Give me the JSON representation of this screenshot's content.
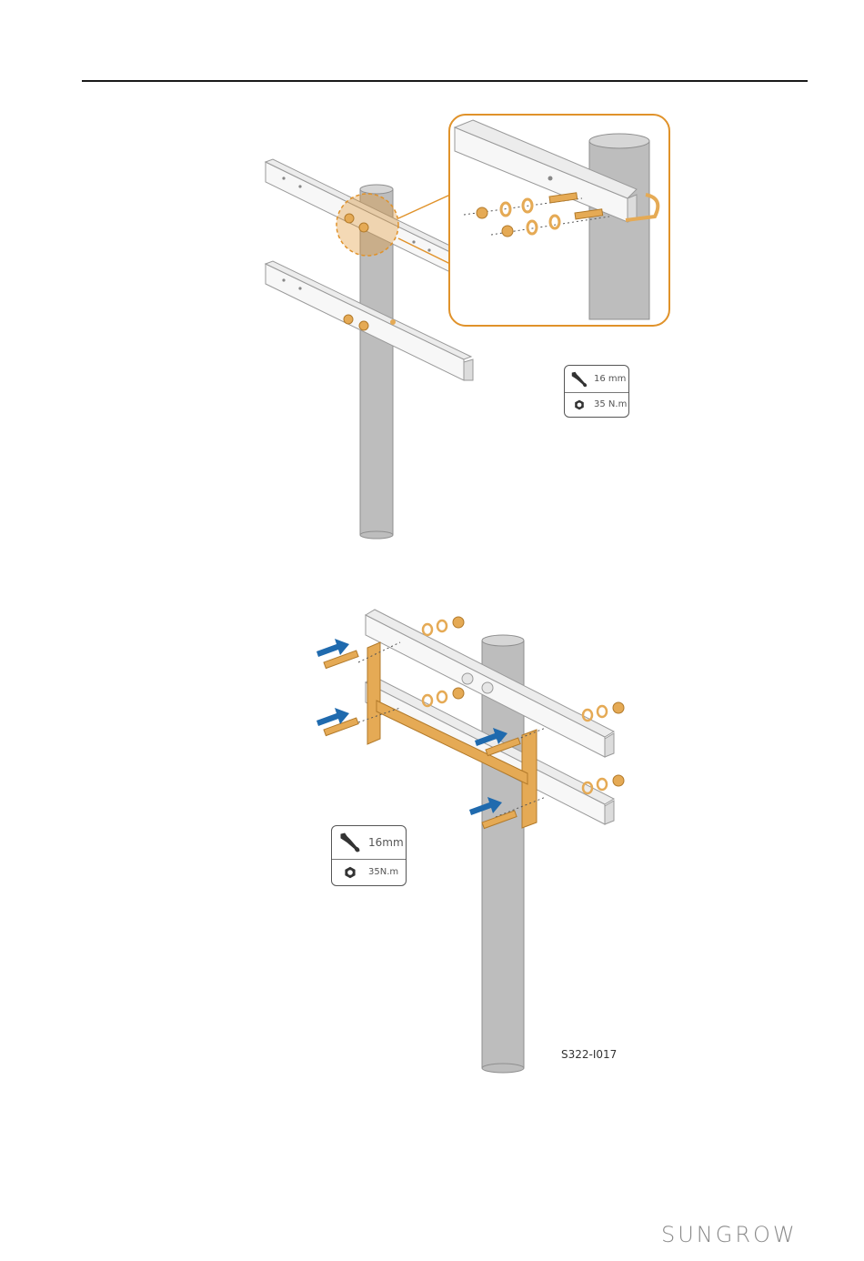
{
  "figure1": {
    "wrench_size": "16 mm",
    "torque": "35 N.m"
  },
  "figure2": {
    "wrench_size": "16mm",
    "torque": "35N.m",
    "figure_code": "S322-I017"
  },
  "footer": {
    "brand_logo": "SUNGROW"
  },
  "colors": {
    "hardware": "#e5aa55",
    "highlight": "#e0922a",
    "arrow": "#1f6aae",
    "pole": "#bdbdbd",
    "rail": "#f7f7f7"
  },
  "icons": [
    "wrench-icon",
    "hex-nut-icon",
    "push-arrow-icon"
  ]
}
